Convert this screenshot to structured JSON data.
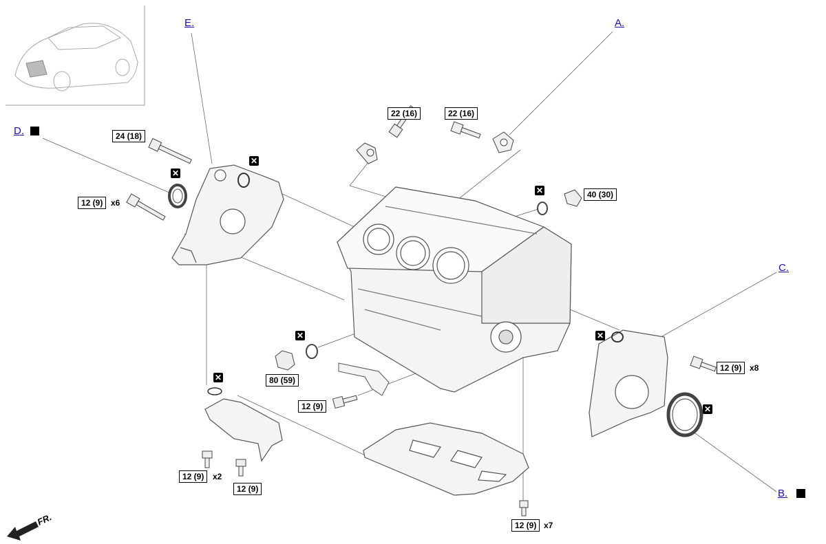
{
  "links": {
    "a": "A.",
    "b": "B.",
    "c": "C.",
    "d": "D.",
    "e": "E."
  },
  "torques": {
    "t24": "24 (18)",
    "t12_bolt_x6": "12 (9)",
    "t22_left": "22 (16)",
    "t22_right": "22 (16)",
    "t40": "40 (30)",
    "t80": "80 (59)",
    "t12_mid": "12 (9)",
    "t12_rear_cover": "12 (9)",
    "t12_strainer_x2": "12 (9)",
    "t12_strainer": "12 (9)",
    "t12_oilpan": "12 (9)"
  },
  "quantities": {
    "x6": "x6",
    "x8": "x8",
    "x2": "x2",
    "x7": "x7"
  },
  "new_part_symbol": "✕",
  "front_indicator": "FR.",
  "colors": {
    "line": "#555555",
    "part_fill": "#f4f4f4",
    "link": "#1a0dab"
  }
}
